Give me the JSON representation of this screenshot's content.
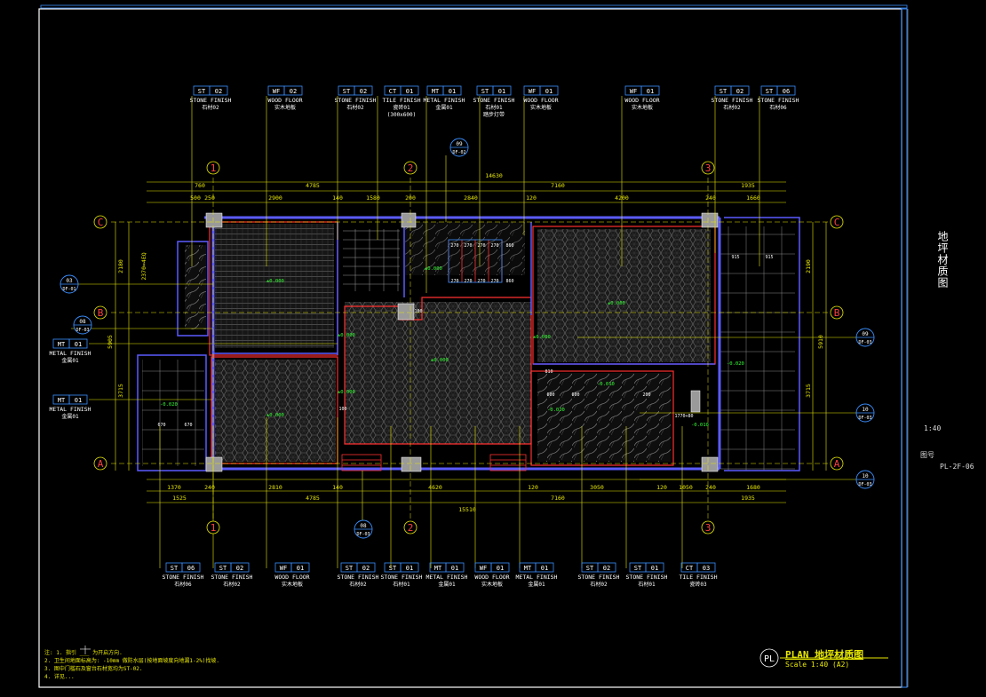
{
  "drawing": {
    "side_title": "地坪材质图",
    "scale_label": "1:40",
    "drawing_no_caption": "图号",
    "drawing_no": "PL-2F-06",
    "plan_tag": "PL",
    "plan_title": "PLAN  地坪材质图",
    "plan_scale": "Scale  1:40 (A2)"
  },
  "notes": [
    "注: 1. 指引   ___ 为开启方向.",
    "    2. 卫生间地面标高为: -10mm 做防水层(按地面坡度向地漏1-2%)找坡.",
    "    3. 图中门槛石及窗台石材宽均为ST-02.",
    "    4. 详见..."
  ],
  "top_tags": [
    {
      "code": "ST",
      "num": "02",
      "title": "STONE FINISH",
      "sub": "石材02"
    },
    {
      "code": "WF",
      "num": "02",
      "title": "WOOD FLOOR",
      "sub": "实木地板"
    },
    {
      "code": "ST",
      "num": "02",
      "title": "STONE FINISH",
      "sub": "石材02"
    },
    {
      "code": "CT",
      "num": "01",
      "title": "TILE FINISH",
      "sub": "瓷砖01",
      "sub2": "(300x600)"
    },
    {
      "code": "MT",
      "num": "01",
      "title": "METAL FINISH",
      "sub": "金属01"
    },
    {
      "code": "ST",
      "num": "01",
      "title": "STONE FINISH",
      "sub": "石材01",
      "sub2": "踏步灯带"
    },
    {
      "code": "WF",
      "num": "01",
      "title": "WOOD FLOOR",
      "sub": "实木地板"
    },
    {
      "code": "WF",
      "num": "01",
      "title": "WOOD FLOOR",
      "sub": "实木地板"
    },
    {
      "code": "ST",
      "num": "02",
      "title": "STONE FINISH",
      "sub": "石材02"
    },
    {
      "code": "ST",
      "num": "06",
      "title": "STONE FINISH",
      "sub": "石材06"
    }
  ],
  "bottom_tags": [
    {
      "code": "ST",
      "num": "06",
      "title": "STONE FINISH",
      "sub": "石材06"
    },
    {
      "code": "ST",
      "num": "02",
      "title": "STONE FINISH",
      "sub": "石材02"
    },
    {
      "code": "WF",
      "num": "01",
      "title": "WOOD FLOOR",
      "sub": "实木地板"
    },
    {
      "code": "ST",
      "num": "02",
      "title": "STONE FINISH",
      "sub": "石材02"
    },
    {
      "code": "ST",
      "num": "01",
      "title": "STONE FINISH",
      "sub": "石材01"
    },
    {
      "code": "MT",
      "num": "01",
      "title": "METAL FINISH",
      "sub": "金属01"
    },
    {
      "code": "WF",
      "num": "01",
      "title": "WOOD FLOOR",
      "sub": "实木地板"
    },
    {
      "code": "MT",
      "num": "01",
      "title": "METAL FINISH",
      "sub": "金属01"
    },
    {
      "code": "ST",
      "num": "02",
      "title": "STONE FINISH",
      "sub": "石材02"
    },
    {
      "code": "ST",
      "num": "01",
      "title": "STONE FINISH",
      "sub": "石材01"
    },
    {
      "code": "CT",
      "num": "03",
      "title": "TILE FINISH",
      "sub": "瓷砖03"
    }
  ],
  "left_tags": [
    {
      "code": "MT",
      "num": "01",
      "title": "METAL FINISH",
      "sub": "金属01"
    },
    {
      "code": "MT",
      "num": "01",
      "title": "METAL FINISH",
      "sub": "金属01"
    }
  ],
  "grid": {
    "cols": [
      "1",
      "2",
      "3"
    ],
    "rows": [
      "C",
      "B",
      "A"
    ]
  },
  "callouts": [
    {
      "num": "09",
      "ref": "DF-02"
    },
    {
      "num": "03",
      "ref": "DF-01"
    },
    {
      "num": "08",
      "ref": "DF-03"
    },
    {
      "num": "09",
      "ref": "DF-03"
    },
    {
      "num": "10",
      "ref": "DF-03"
    },
    {
      "num": "10",
      "ref": "DF-03"
    },
    {
      "num": "08",
      "ref": "DF-03"
    }
  ],
  "dims_top": {
    "overall": "14630",
    "row1": [
      "760",
      "4785",
      "7160",
      "1935"
    ],
    "row2": [
      "500",
      "250",
      "2900",
      "140",
      "1580",
      "200",
      "2840",
      "120",
      "4200",
      "240",
      "1660"
    ]
  },
  "dims_bottom": {
    "row1": [
      "1370",
      "240",
      "2810",
      "140",
      "4620",
      "120",
      "3050",
      "120",
      "1050",
      "240",
      "1680"
    ],
    "row2": [
      "1525",
      "4785",
      "7160",
      "1935"
    ],
    "overall": "15510"
  },
  "dims_left": [
    "2180",
    "2370=4EQ",
    "5905",
    "3715"
  ],
  "dims_right": [
    "2190",
    "5910",
    "3715"
  ],
  "levels": [
    "±0.000",
    "±0.000",
    "±0.000",
    "±0.000",
    "±0.000",
    "±0.000",
    "-0.020",
    "-0.010",
    "-0.010",
    "-0.020",
    "±0.000",
    "-0.020",
    "±0.000"
  ],
  "stairs": [
    "270",
    "270",
    "270",
    "270",
    "860",
    "270",
    "270",
    "270",
    "270",
    "860"
  ],
  "misc_dims": [
    "915",
    "915",
    "670",
    "670",
    "100",
    "100",
    "600",
    "600",
    "1770+80",
    "200",
    "810"
  ]
}
